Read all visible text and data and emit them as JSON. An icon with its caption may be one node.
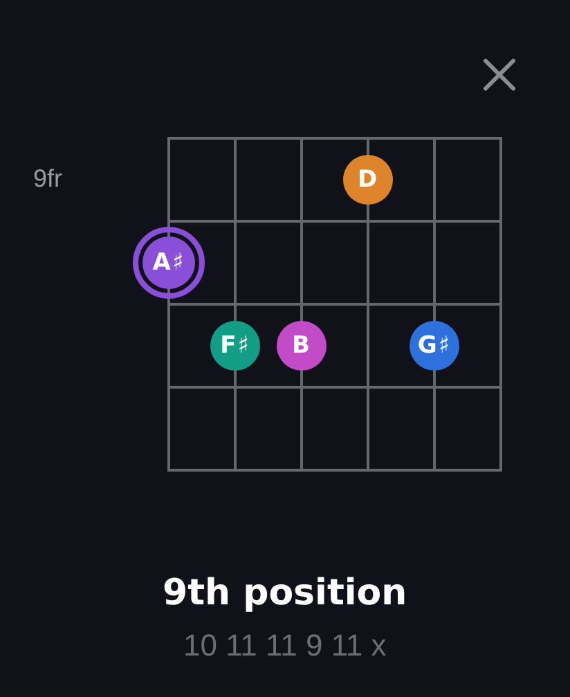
{
  "diagram": {
    "title": "9th position",
    "nodes": [
      {
        "text": [
          "D"
        ]
      },
      {
        "text": [
          "A♯"
        ]
      },
      {
        "text": [
          "F♯"
        ]
      },
      {
        "text": [
          "B"
        ]
      },
      {
        "text": [
          "G♯"
        ]
      }
    ],
    "labels": [
      "9fr",
      "10 11 11 9 11 x"
    ]
  }
}
